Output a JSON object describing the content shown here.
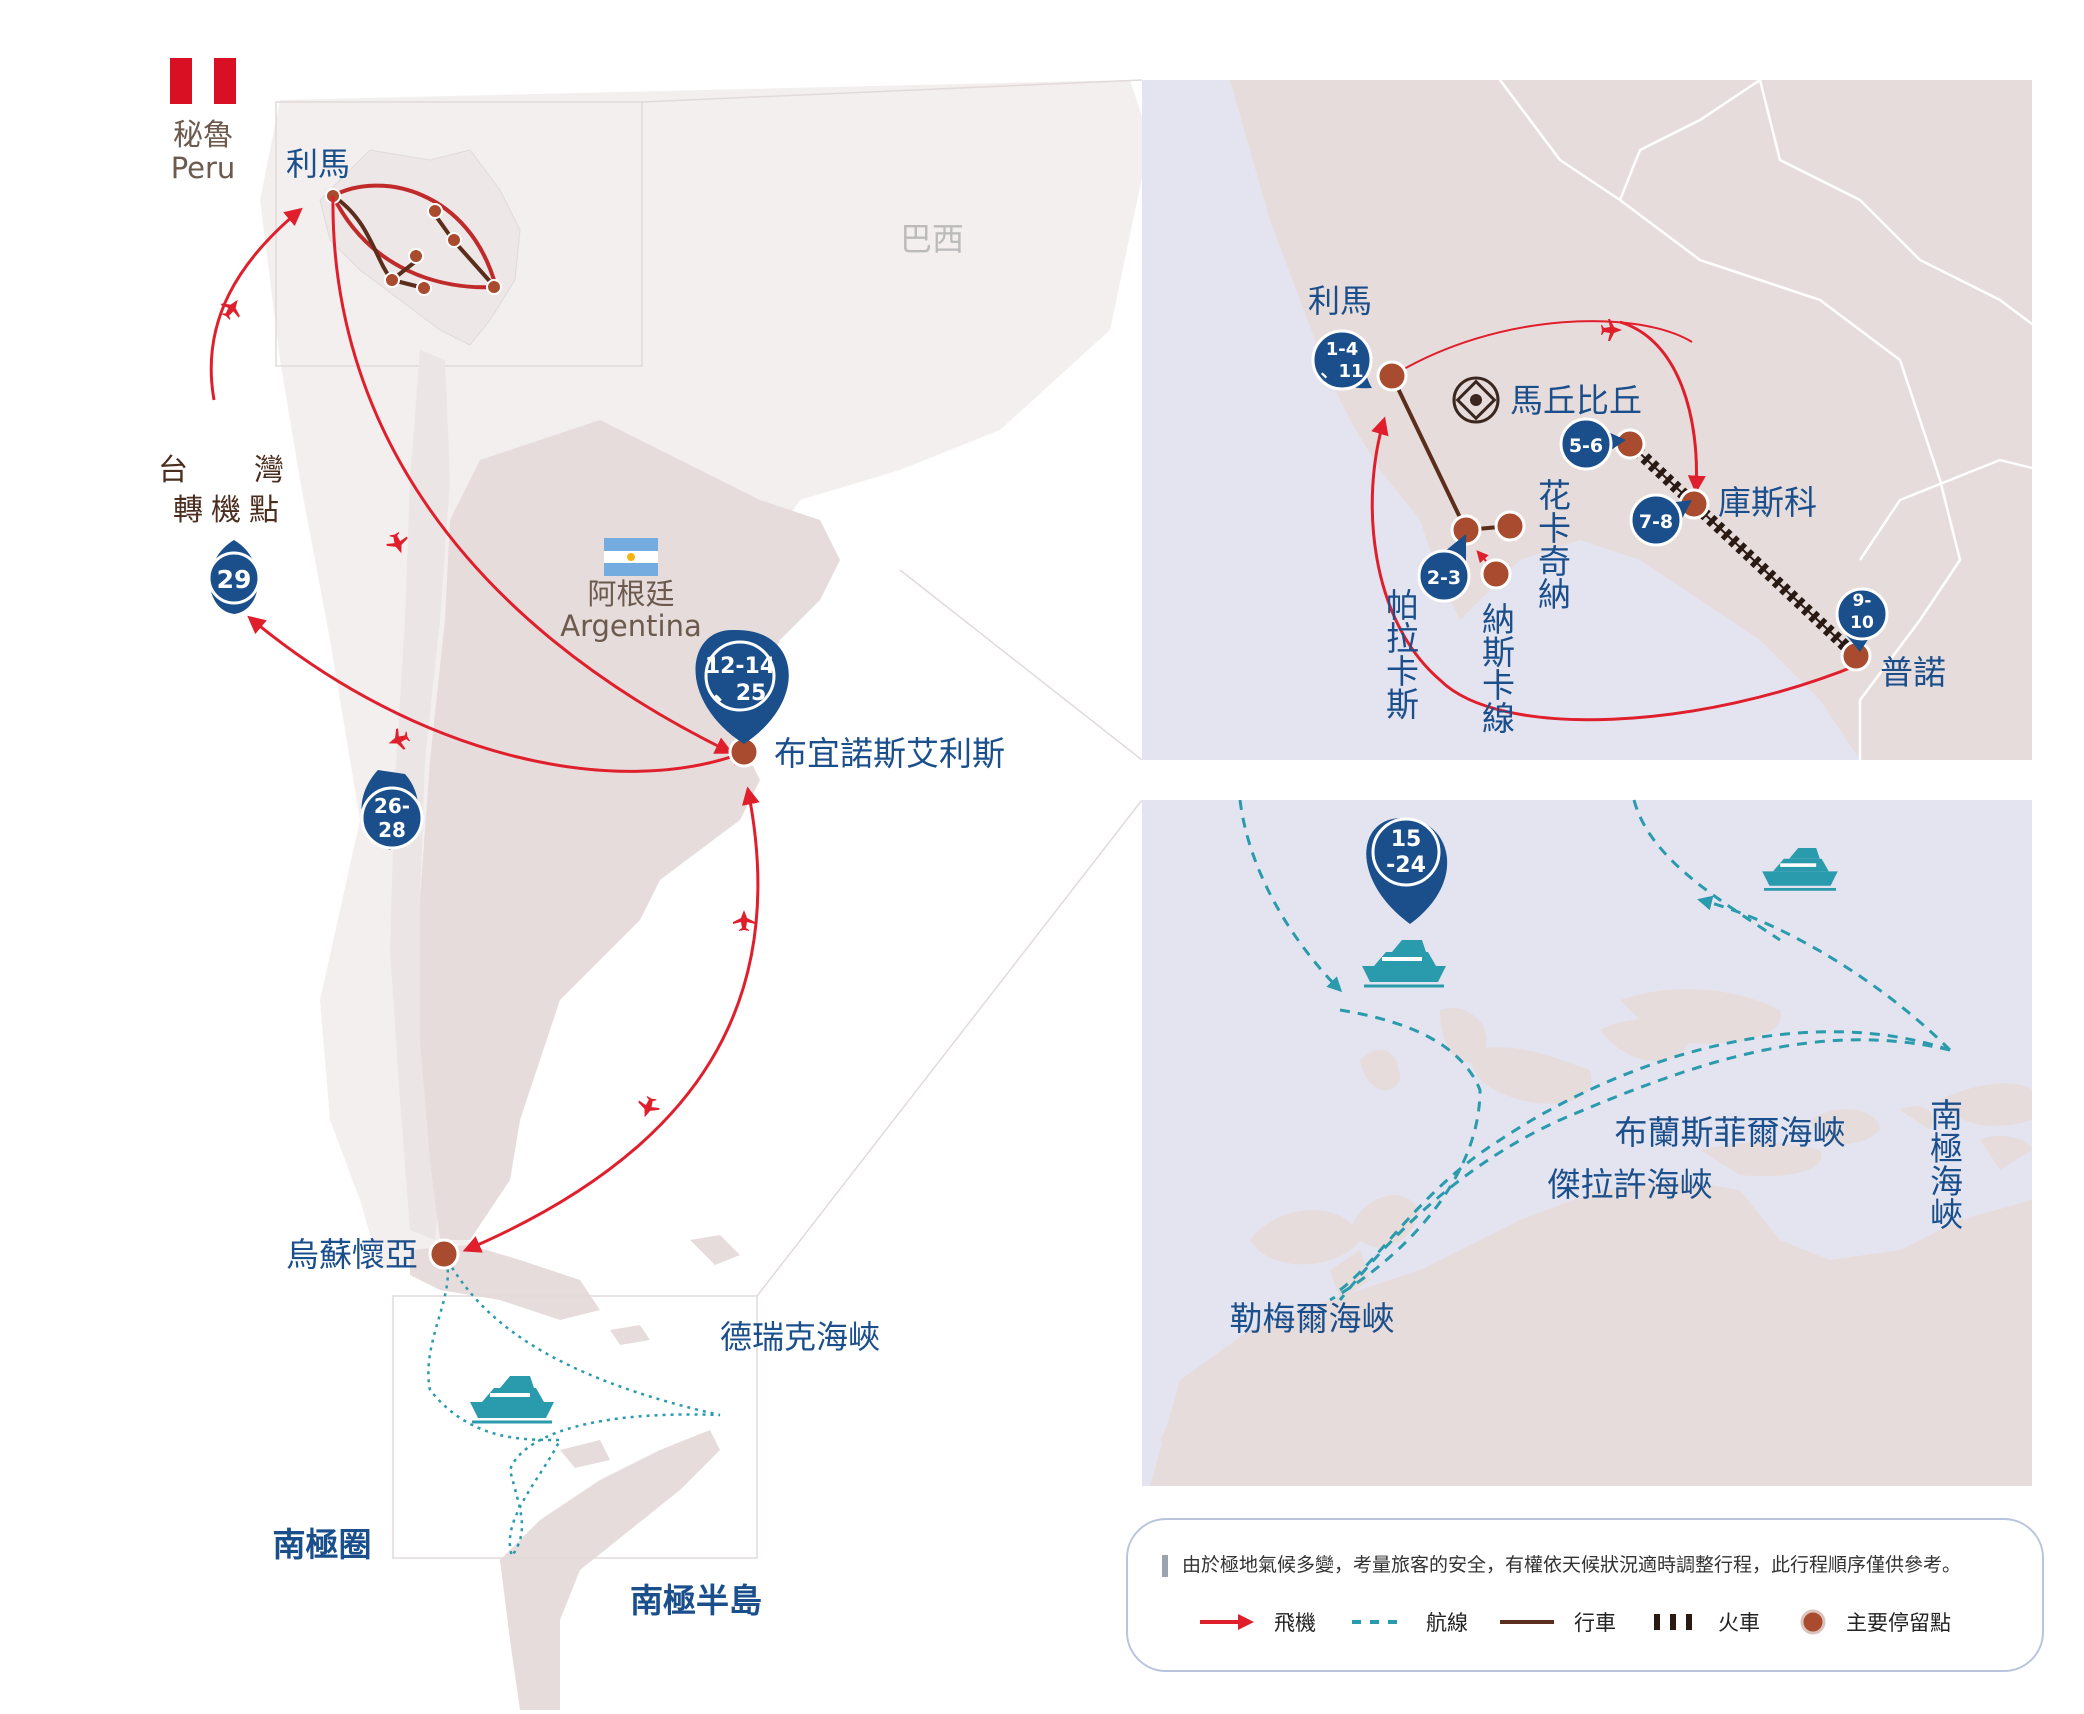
{
  "countries": {
    "peru_zh": "秘魯",
    "peru_en": "Peru",
    "brazil": "巴西",
    "argentina_zh": "阿根廷",
    "argentina_en": "Argentina"
  },
  "places": {
    "lima": "利馬",
    "buenos_aires": "布宜諾斯艾利斯",
    "ushuaia": "烏蘇懷亞",
    "drake_passage": "德瑞克海峽",
    "antarctic_circle": "南極圈",
    "antarctic_peninsula": "南極半島",
    "taiwan_line1": "台　灣",
    "taiwan_line2": "轉機點"
  },
  "inset_peru": {
    "lima": "利馬",
    "machu_picchu": "馬丘比丘",
    "cusco": "庫斯科",
    "puno": "普諾",
    "paracas": "帕拉卡斯",
    "huacachina": "花卡奇納",
    "nazca": "納斯卡線"
  },
  "inset_antarctica": {
    "bransfield": "布蘭斯菲爾海峽",
    "gerlache": "傑拉許海峽",
    "lemaire": "勒梅爾海峽",
    "antarctic_sound": "南極海峽"
  },
  "markers": {
    "taiwan": "29",
    "buenos_aires_l1": "12-14",
    "buenos_aires_l2": "、25",
    "santiago_l1": "26-",
    "santiago_l2": "28",
    "lima_l1": "1-4",
    "lima_l2": "、11",
    "machu": "5-6",
    "cusco": "7-8",
    "paracas": "2-3",
    "puno_l1": "9-",
    "puno_l2": "10",
    "cruise_l1": "15",
    "cruise_l2": "-24"
  },
  "legend": {
    "note": "由於極地氣候多變，考量旅客的安全，有權依天候狀況適時調整行程，此行程順序僅供參考。",
    "flight": "飛機",
    "sea_route": "航線",
    "drive": "行車",
    "train": "火車",
    "main_stop": "主要停留點"
  },
  "colors": {
    "flight": "#e01f2d",
    "sea": "#2a9aad",
    "drive": "#5a2e1a",
    "stop": "#a94b2e",
    "marker": "#1b4f8c",
    "land": "#e6dcdb",
    "sea_bg": "#e4e4f0"
  }
}
